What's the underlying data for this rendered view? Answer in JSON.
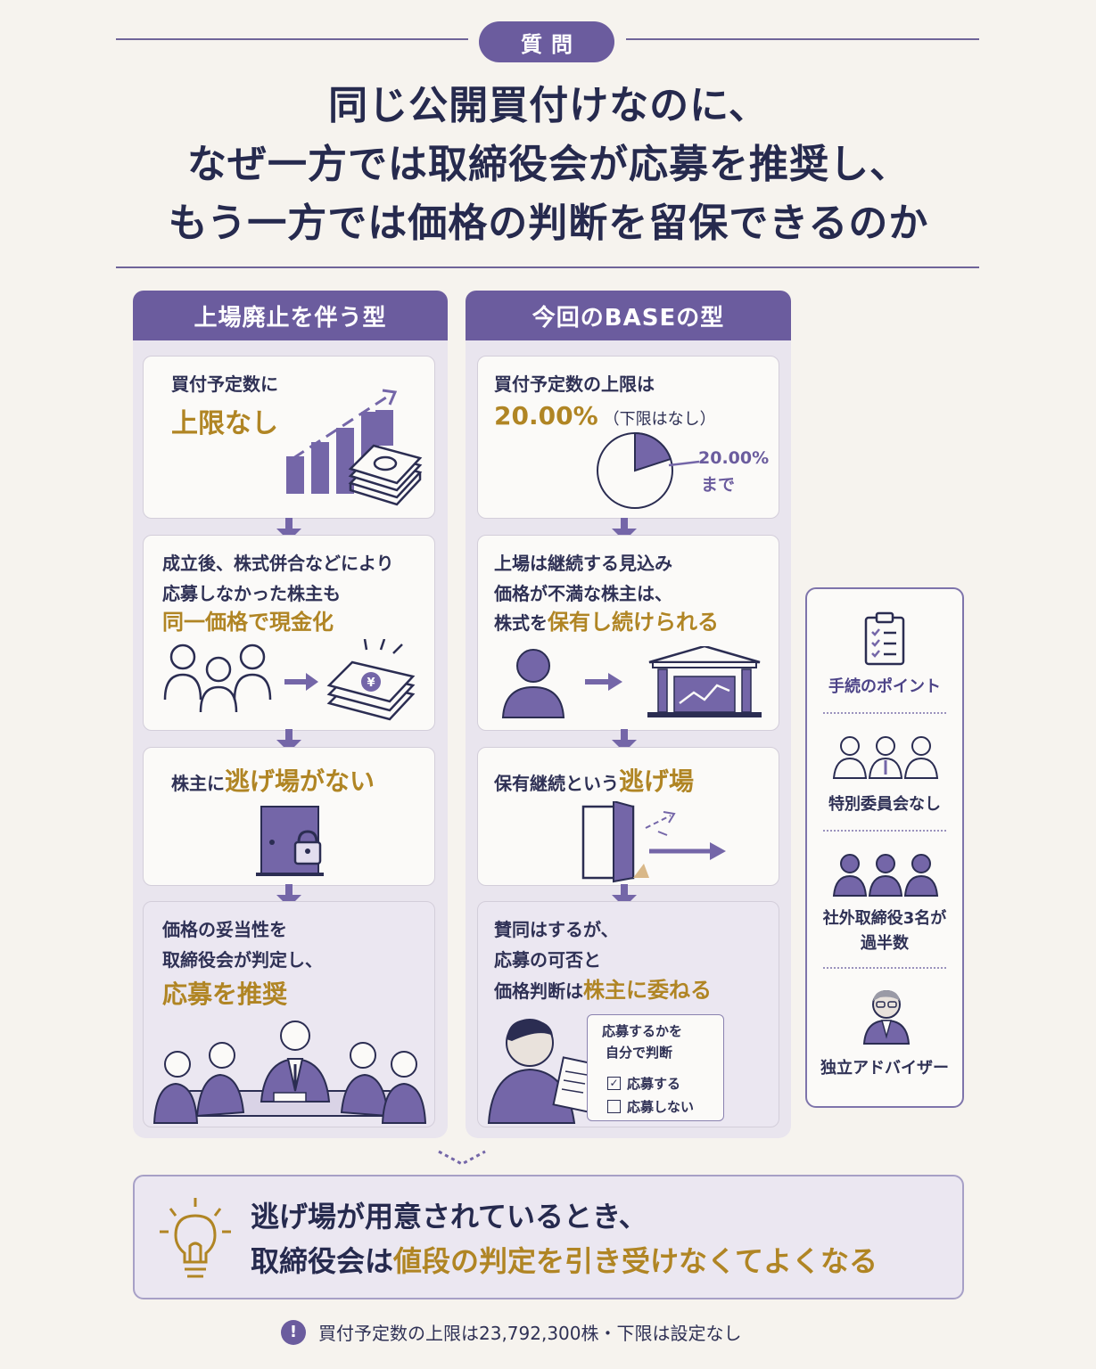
{
  "header": {
    "tag": "質問",
    "title_lines": [
      "同じ公開買付けなのに、",
      "なぜ一方では取締役会が応募を推奨し、",
      "もう一方では価格の判断を留保できるのか"
    ]
  },
  "left": {
    "heading": "上場廃止を伴う型",
    "card1": {
      "line1": "買付予定数に",
      "highlight": "上限なし"
    },
    "card2": {
      "line1": "成立後、株式併合などにより",
      "line2": "応募しなかった株主も",
      "highlight": "同一価格で現金化"
    },
    "card3": {
      "prefix": "株主に",
      "highlight": "逃げ場がない"
    },
    "card4": {
      "line1": "価格の妥当性を",
      "line2": "取締役会が判定し、",
      "highlight": "応募を推奨"
    }
  },
  "right": {
    "heading": "今回のBASEの型",
    "card1": {
      "line1": "買付予定数の上限は",
      "value": "20.00%",
      "sub": "（下限はなし）",
      "pie_label_1": "20.00%",
      "pie_label_2": "まで",
      "pie_fraction": 0.2
    },
    "card2": {
      "line1": "上場は継続する見込み",
      "line2": "価格が不満な株主は、",
      "prefix": "株式を",
      "highlight": "保有し続けられる"
    },
    "card3": {
      "prefix": "保有継続という",
      "highlight": "逃げ場"
    },
    "card4": {
      "line1": "賛同はするが、",
      "line2": "応募の可否と",
      "prefix": "価格判断は",
      "highlight": "株主に委ねる",
      "memo_line1": "応募するかを",
      "memo_line2": "自分で判断",
      "option1": "応募する",
      "option2": "応募しない"
    }
  },
  "sidebar": {
    "title": "手続のポイント",
    "item1": "特別委員会なし",
    "item2_line1": "社外取締役3名が",
    "item2_line2": "過半数",
    "item3": "独立アドバイザー"
  },
  "conclusion": {
    "line1": "逃げ場が用意されているとき、",
    "line2_prefix": "取締役会は",
    "line2_highlight": "値段の判定を引き受けなくてよくなる"
  },
  "footnote": {
    "icon": "!",
    "text": "買付予定数の上限は23,792,300株・下限は設定なし"
  }
}
